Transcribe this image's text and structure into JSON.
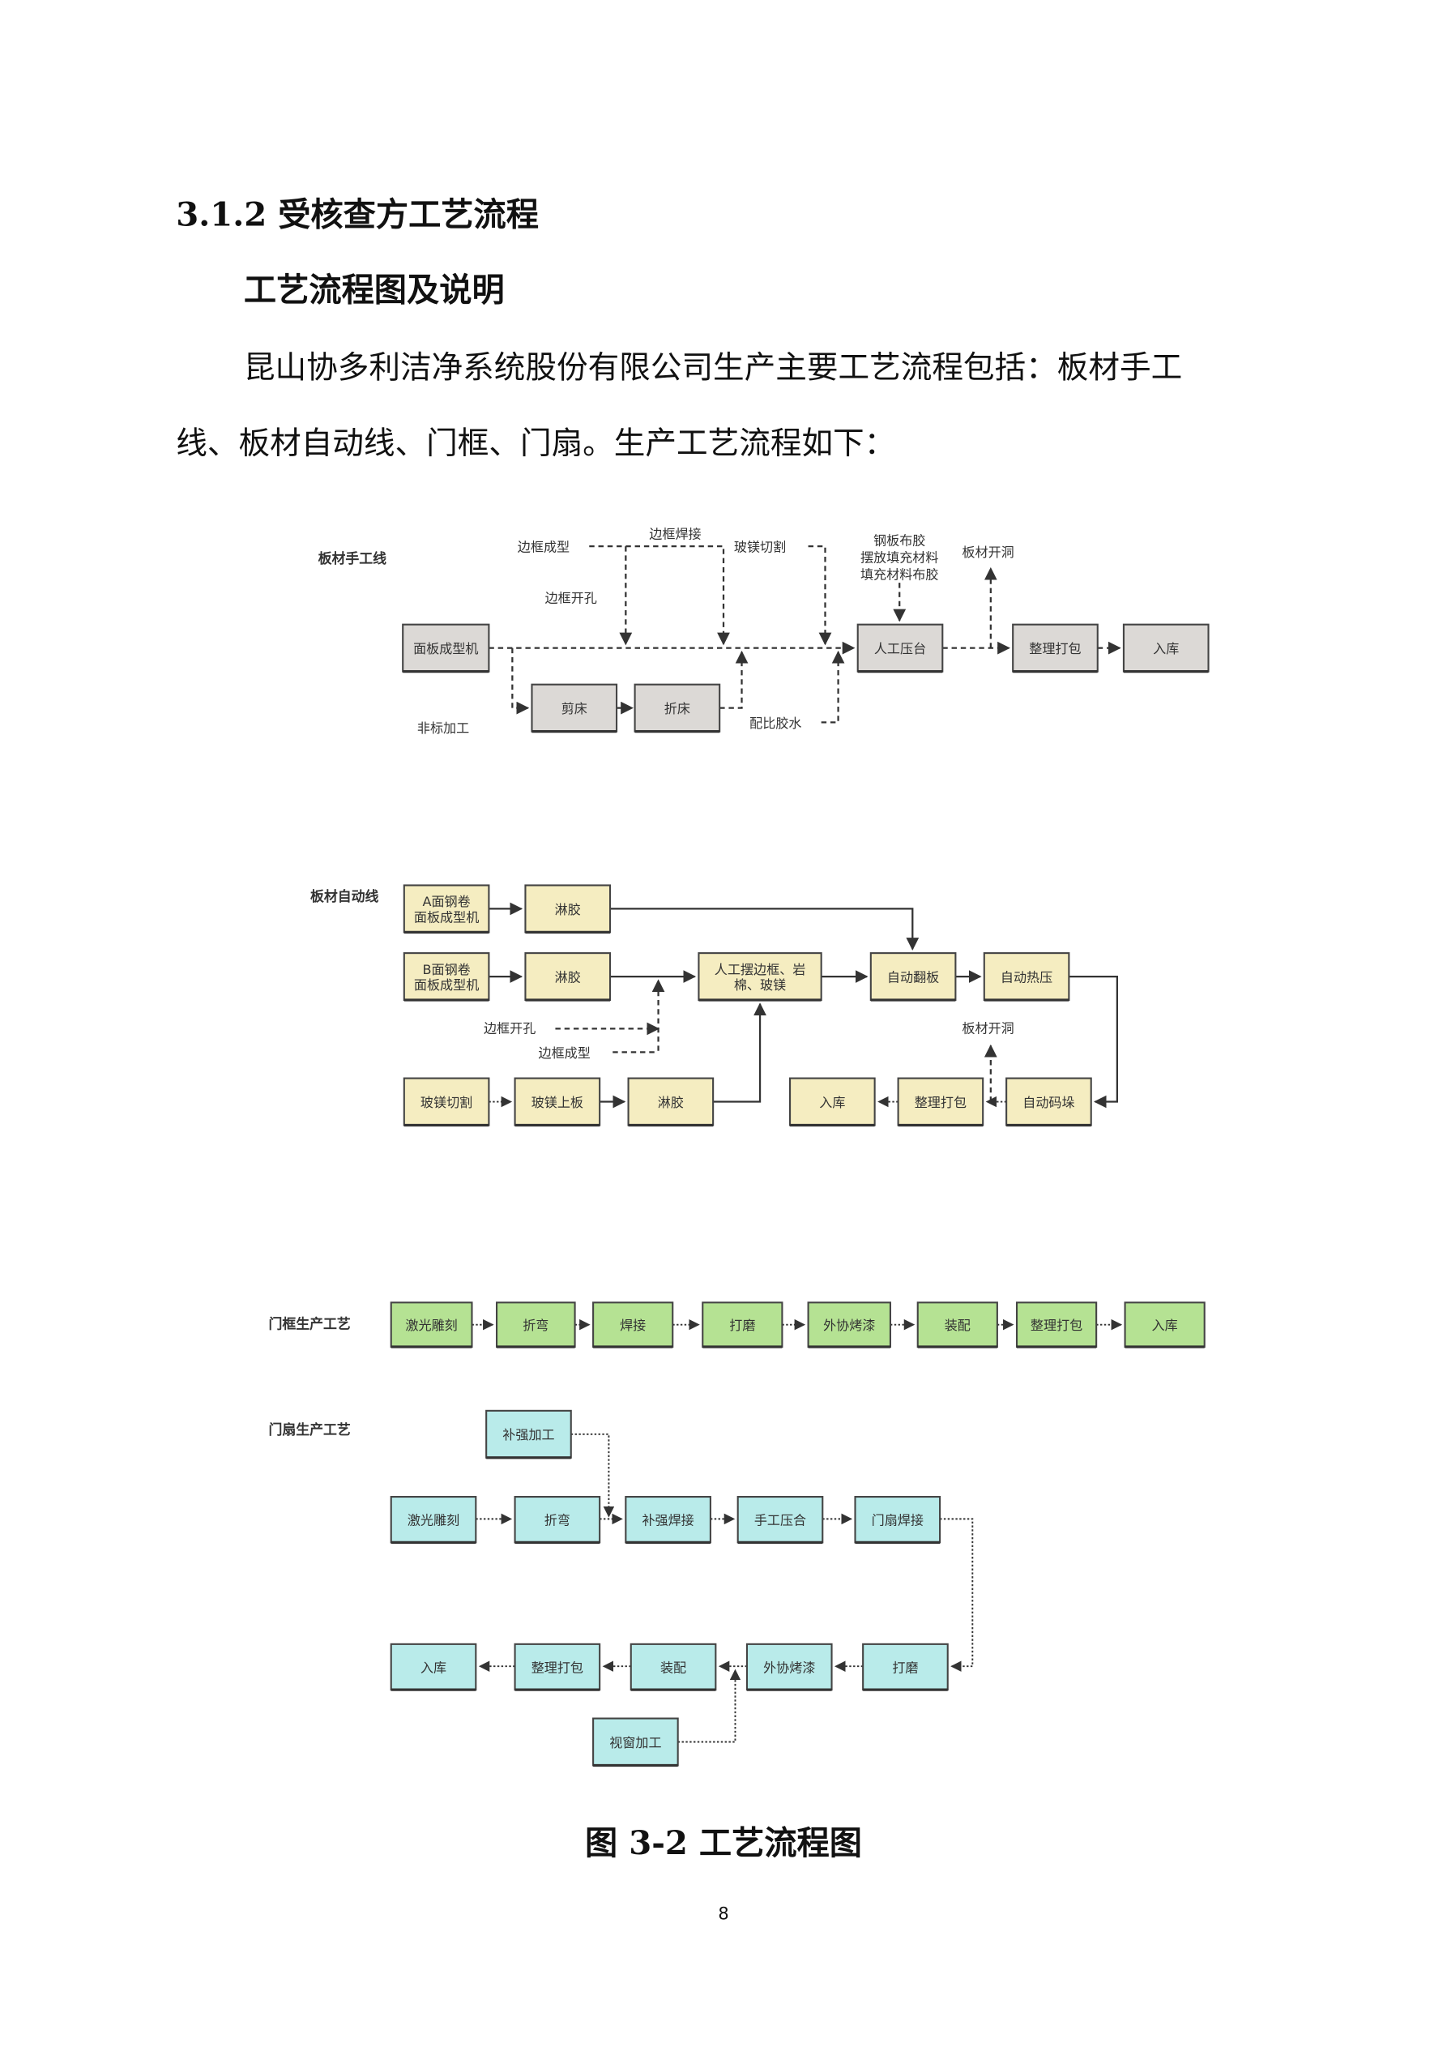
{
  "heading": "3.1.2 受核查方工艺流程",
  "subheading": "工艺流程图及说明",
  "paragraph": [
    "昆山协多利洁净系统股份有限公司生产主要工艺流程包括：板材手工",
    "线、板材自动线、门框、门扇。生产工艺流程如下："
  ],
  "colors": {
    "manual": "#dcd9d6",
    "auto": "#f5edc1",
    "frame": "#b5e293",
    "door": "#b9ebea"
  },
  "manual_line": {
    "title": "板材手工线",
    "boxes": [
      [
        "面板成型机"
      ],
      [
        "剪床"
      ],
      [
        "折床"
      ],
      [
        "人工压台"
      ],
      [
        "整理打包"
      ],
      [
        "入库"
      ]
    ],
    "notes": [
      "边框成型",
      "边框焊接",
      "玻镁切割",
      "钢板布胶",
      "摆放填充材料",
      "填充材料布胶",
      "板材开洞",
      "边框开孔",
      "配比胶水",
      "非标加工"
    ]
  },
  "auto_line": {
    "title": "板材自动线",
    "boxes": [
      [
        "A面钢卷",
        "面板成型机"
      ],
      [
        "淋胶"
      ],
      [
        "B面钢卷",
        "面板成型机"
      ],
      [
        "淋胶"
      ],
      [
        "人工摆边框、岩",
        "棉、玻镁"
      ],
      [
        "自动翻板"
      ],
      [
        "自动热压"
      ],
      [
        "玻镁切割"
      ],
      [
        "玻镁上板"
      ],
      [
        "淋胶"
      ],
      [
        "入库"
      ],
      [
        "整理打包"
      ],
      [
        "自动码垛"
      ]
    ],
    "notes": [
      "边框开孔",
      "边框成型",
      "板材开洞"
    ]
  },
  "door_frame": {
    "title": "门框生产工艺",
    "boxes": [
      [
        "激光雕刻"
      ],
      [
        "折弯"
      ],
      [
        "焊接"
      ],
      [
        "打磨"
      ],
      [
        "外协烤漆"
      ],
      [
        "装配"
      ],
      [
        "整理打包"
      ],
      [
        "入库"
      ]
    ]
  },
  "door_leaf": {
    "title": "门扇生产工艺",
    "boxes": [
      [
        "补强加工"
      ],
      [
        "激光雕刻"
      ],
      [
        "折弯"
      ],
      [
        "补强焊接"
      ],
      [
        "手工压合"
      ],
      [
        "门扇焊接"
      ],
      [
        "入库"
      ],
      [
        "整理打包"
      ],
      [
        "装配"
      ],
      [
        "外协烤漆"
      ],
      [
        "打磨"
      ],
      [
        "视窗加工"
      ]
    ]
  },
  "caption": "图 3-2 工艺流程图",
  "page_number": "8"
}
